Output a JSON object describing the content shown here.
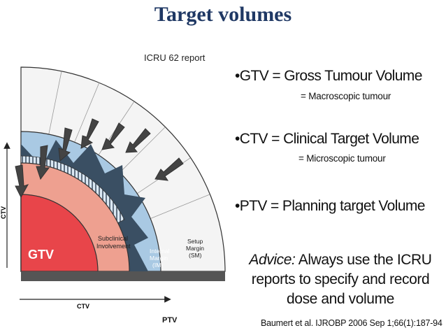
{
  "title": "Target volumes",
  "subtitle": "ICRU 62 report",
  "figure": {
    "regions": {
      "gtv": "GTV",
      "subclinical": [
        "Subclinical",
        "Involvement"
      ],
      "internal_margin": [
        "Internal",
        "Margin",
        "(IM)"
      ],
      "setup_margin": [
        "Setup",
        "Margin",
        "(SM)"
      ]
    },
    "axes": {
      "left": "CTV",
      "bottom": "CTV"
    },
    "caption": "PTV"
  },
  "bullets": [
    {
      "heading": "•GTV = Gross Tumour Volume",
      "detail": "= Macroscopic tumour"
    },
    {
      "heading": "•CTV = Clinical Target Volume",
      "detail": "= Microscopic tumour"
    },
    {
      "heading": "•PTV = Planning target Volume",
      "detail": ""
    }
  ],
  "advice": {
    "label": "Advice:",
    "text": " Always use the ICRU reports to specify and record dose and volume"
  },
  "reference": "Baumert et al. IJROBP 2006 Sep 1;66(1):187-94",
  "colors": {
    "title": "#1f3864",
    "gtv": "#e8454a",
    "subclinical": "#eea090",
    "internal_margin": "#3a4f63",
    "setup_margin": "#a9c9e3",
    "background_arc": "#f3f3f3"
  }
}
